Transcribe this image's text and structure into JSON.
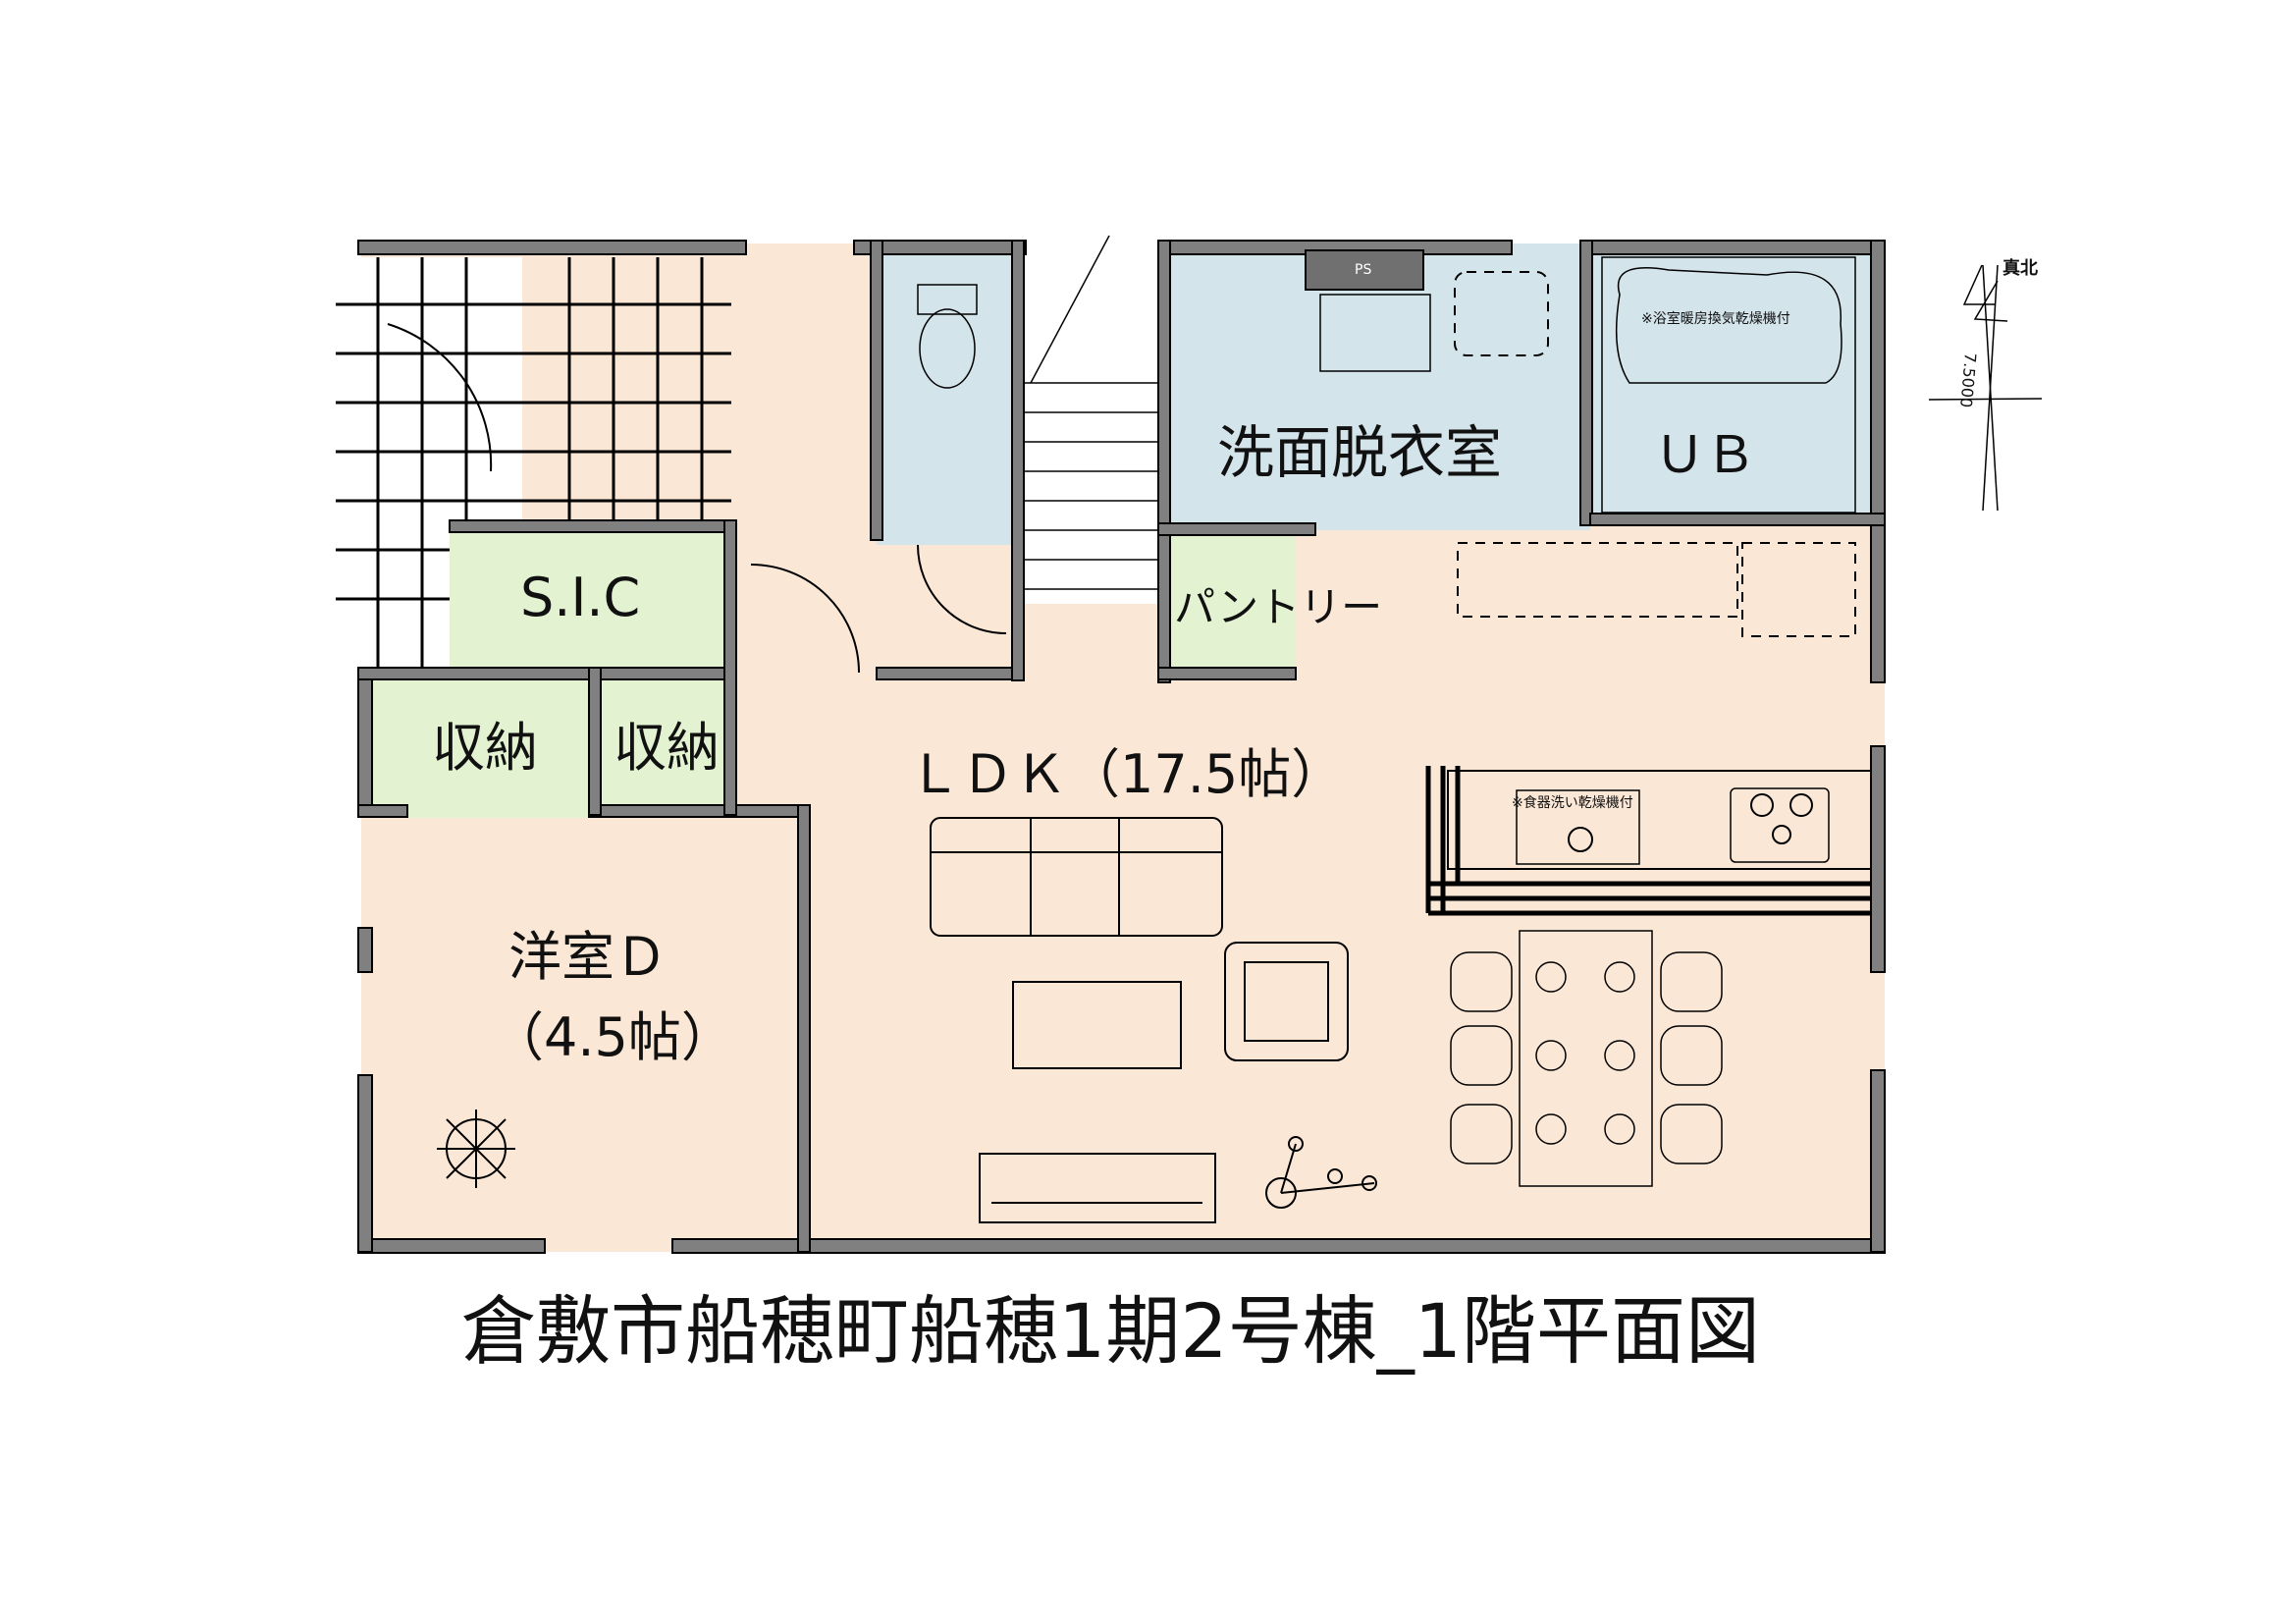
{
  "title": "倉敷市船穂町船穂1期2号棟_1階平面図",
  "compass": {
    "label": "真北",
    "angle": "7.5000"
  },
  "rooms": {
    "washroom": "洗面脱衣室",
    "bath": "ＵＢ",
    "bath_note": "※浴室暖房換気乾燥機付",
    "ps": "PS",
    "sic": "S.I.C",
    "storage1": "収納",
    "storage2": "収納",
    "pantry": "パントリー",
    "ldk": "ＬＤＫ（17.5帖）",
    "kitchen_note": "※食器洗い乾燥機付",
    "western_room": "洋室Ｄ",
    "western_room_size": "（4.5帖）"
  },
  "colors": {
    "peach": "#fbe7d6",
    "blue": "#d3e4eb",
    "green": "#e3f2d1",
    "wall": "#808080"
  }
}
